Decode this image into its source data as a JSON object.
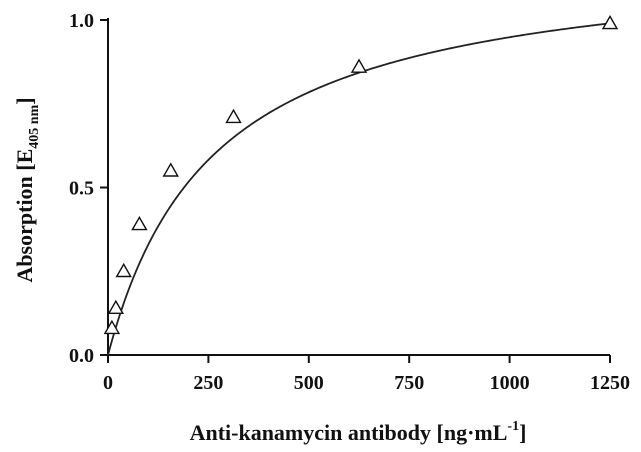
{
  "chart_data": {
    "type": "scatter",
    "title": "",
    "xlabel": "Anti-kanamycin antibody [ng·mL",
    "xlabel_sup": "-1",
    "xlabel_end": "]",
    "ylabel": "Absorption [E",
    "ylabel_sub": "405 nm",
    "ylabel_end": "]",
    "xlim": [
      0,
      1250
    ],
    "ylim": [
      0,
      1.0
    ],
    "x_ticks": [
      "0",
      "250",
      "500",
      "750",
      "1000",
      "1250"
    ],
    "y_ticks": [
      "0.0",
      "0.5",
      "1.0"
    ],
    "x_tick_values": [
      0,
      250,
      500,
      750,
      1000,
      1250
    ],
    "y_tick_values": [
      0,
      0.5,
      1.0
    ],
    "grid": false,
    "marker": "triangle-open",
    "series": [
      {
        "x": [
          9.77,
          19.53,
          39.06,
          78.13,
          156.25,
          312.5,
          625,
          1250
        ],
        "y": [
          0.08,
          0.14,
          0.25,
          0.39,
          0.55,
          0.71,
          0.86,
          0.99
        ]
      }
    ],
    "fit_curve": {
      "type": "hyperbolic",
      "bmax": 1.2,
      "kd": 265
    }
  }
}
